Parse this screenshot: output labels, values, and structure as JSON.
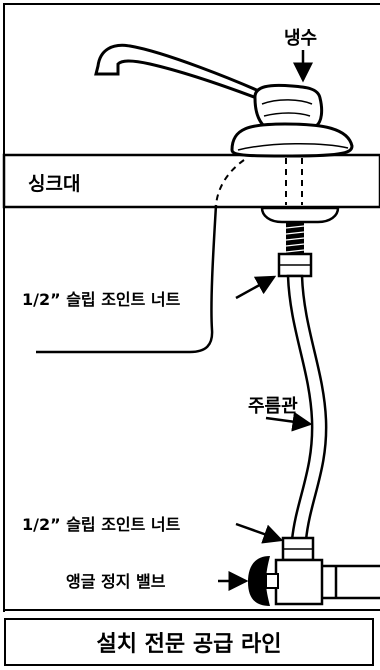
{
  "labels": {
    "cold_water": "냉수",
    "countertop": "싱크대",
    "slip_nut_top": "1/2” 슬립 조인트 너트",
    "flex_tube": "주름관",
    "slip_nut_bottom": "1/2” 슬립 조인트 너트",
    "angle_valve": "앵글 정지 밸브"
  },
  "caption": "설치 전문 공급 라인"
}
